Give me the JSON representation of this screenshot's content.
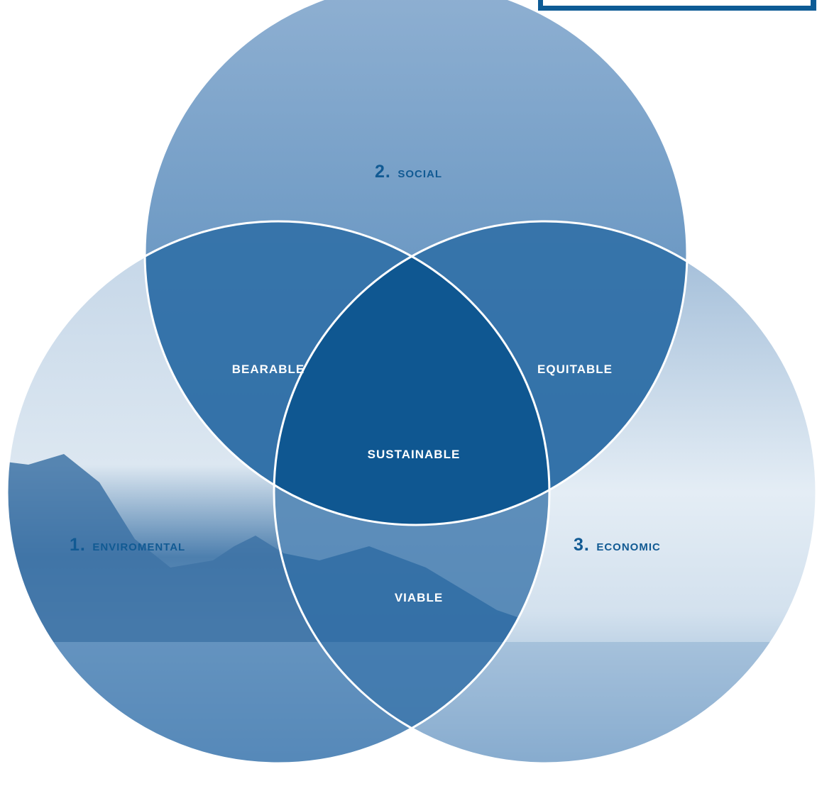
{
  "colors": {
    "primary": "#0d5b95",
    "circle_light": "#5f8fbd",
    "overlap_mid": "#2d6ea6",
    "center": "#0f5791",
    "border": "#ffffff"
  },
  "circles": {
    "social": {
      "number": "2.",
      "name": "SOCIAL"
    },
    "environmental": {
      "number": "1.",
      "name": "ENVIROMENTAL"
    },
    "economic": {
      "number": "3.",
      "name": "ECONOMIC"
    }
  },
  "overlaps": {
    "bearable": "BEARABLE",
    "equitable": "EQUITABLE",
    "viable": "VIABLE",
    "sustainable": "SUSTAINABLE"
  }
}
